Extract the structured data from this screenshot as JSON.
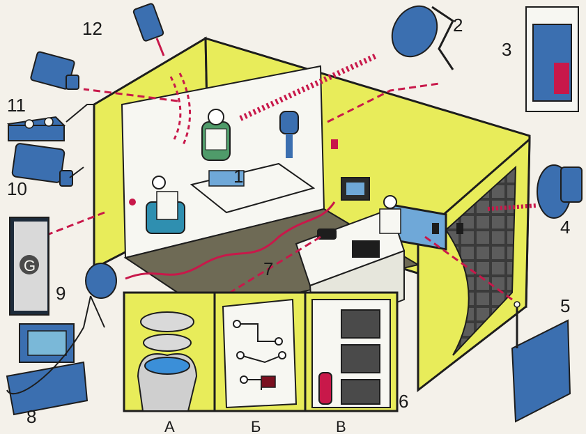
{
  "labels": {
    "n1": "1",
    "n2": "2",
    "n3": "3",
    "n4": "4",
    "n5": "5",
    "n6": "6",
    "n7": "7",
    "n8": "8",
    "n9": "9",
    "n10": "10",
    "n11": "11",
    "n12": "12",
    "a": "А",
    "b": "Б",
    "v": "В",
    "dial_glyph": "G"
  },
  "colors": {
    "wall_yellow": "#e8ec5a",
    "floor": "#6e6a55",
    "device_blue": "#3b6fb0",
    "signal_red": "#c8184a",
    "frame": "#1d1d1d"
  },
  "icons": [
    "room-cutaway",
    "ceiling-camera-icon",
    "satellite-dish-icon",
    "wall-socket-bug-icon",
    "parabolic-microphone-icon",
    "radio-receiver-icon",
    "filing-cabinet-icon",
    "computer-terminal-icon",
    "dial-panel-icon",
    "camcorder-icon",
    "recorder-icon",
    "video-camera-icon",
    "microphone-capsule-inset",
    "circuit-board-inset",
    "cabinet-fire-inset"
  ]
}
